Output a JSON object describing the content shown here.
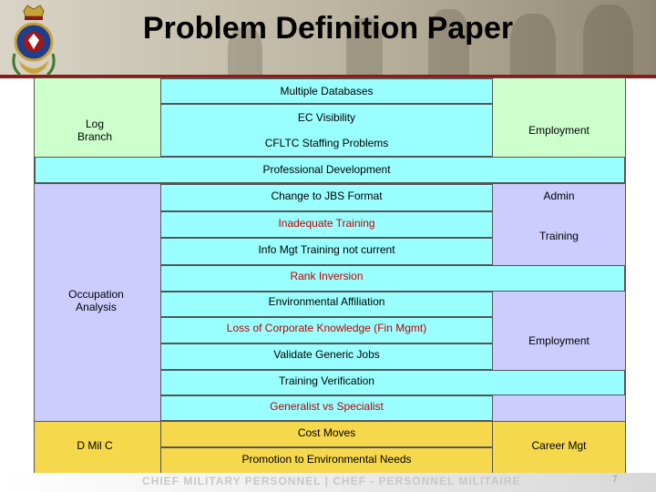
{
  "title": "Problem Definition Paper",
  "footer": "CHIEF MILITARY PERSONNEL | CHEF - PERSONNEL MILITAIRE",
  "slide_number": "7",
  "colors": {
    "green": "#ccffcc",
    "cyan": "#99ffff",
    "lavender": "#ccccff",
    "yellow": "#f6d84c",
    "banner_red": "#8b1a1a"
  },
  "rows": {
    "log": {
      "left": "Log\nBranch",
      "center": [
        "Multiple Databases",
        "EC Visibility",
        "CFLTC Staffing Problems",
        "Professional Development"
      ],
      "right": "Employment"
    },
    "occ": {
      "left": "Occupation\nAnalysis",
      "center": [
        "Change to JBS Format",
        "Inadequate Training",
        "Info Mgt Training not current",
        "Rank Inversion",
        "Environmental Affiliation",
        "Loss of Corporate Knowledge (Fin Mgmt)",
        "Validate Generic Jobs",
        "Training Verification",
        "Generalist vs Specialist"
      ],
      "right": [
        "Admin",
        "Training",
        "Employment"
      ]
    },
    "dmil": {
      "left": "D Mil C",
      "center": [
        "Cost Moves",
        "Promotion to Environmental Needs"
      ],
      "right": "Career Mgt"
    }
  }
}
